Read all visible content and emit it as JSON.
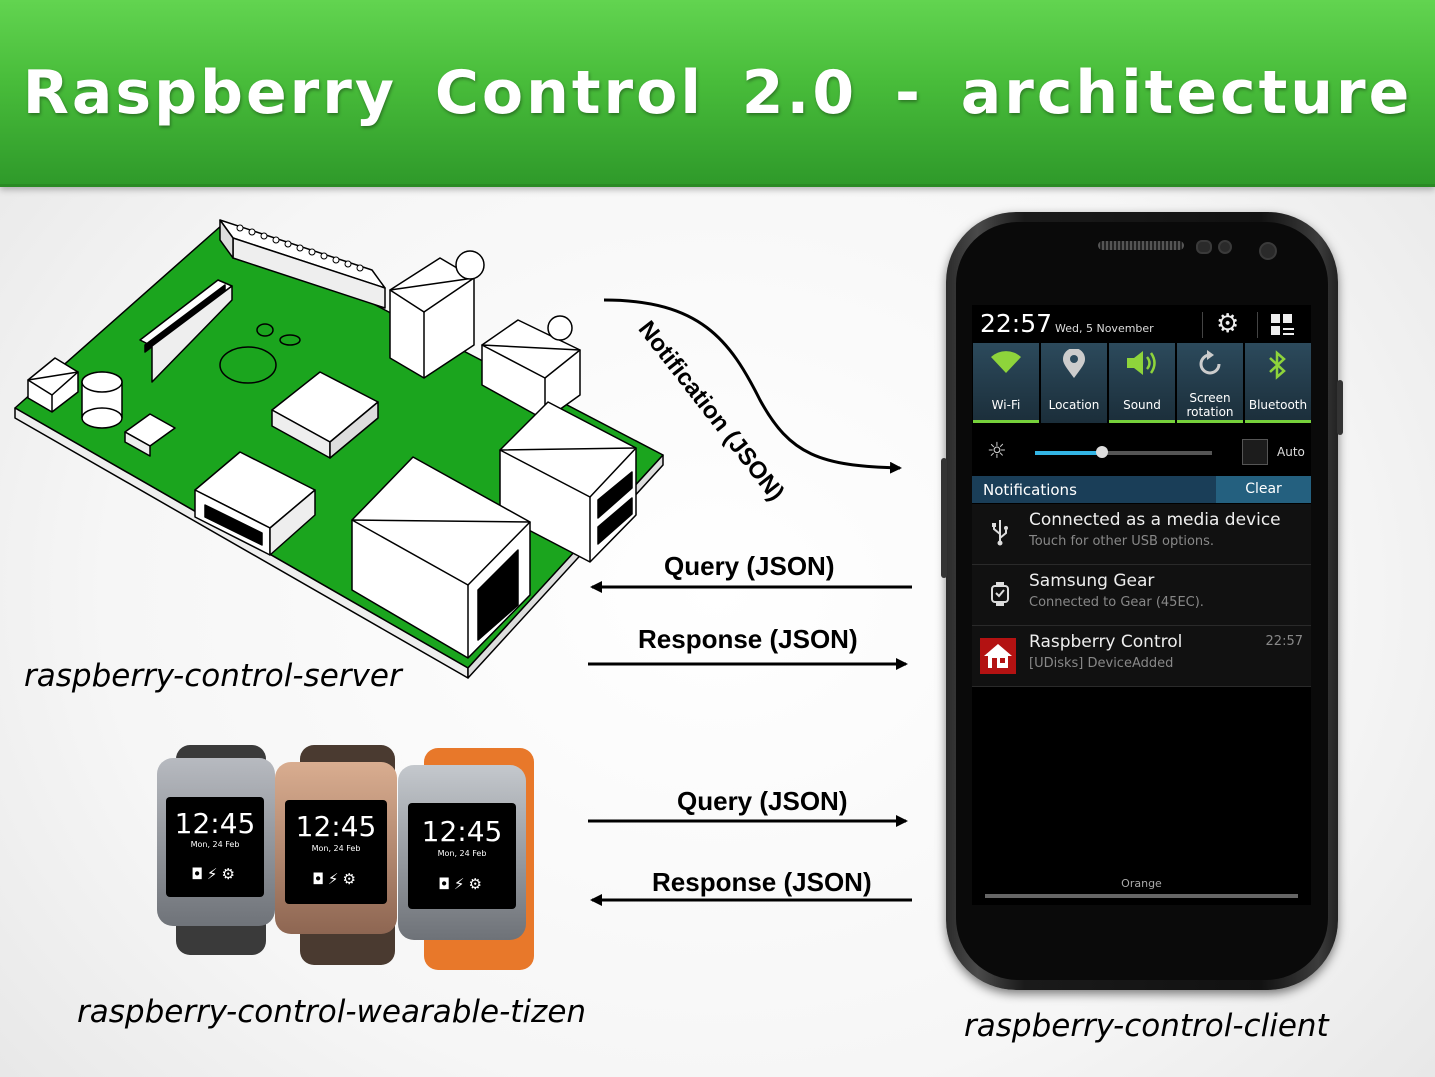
{
  "title": "Raspberry  Control  2.0  -  architecture",
  "captions": {
    "server": "raspberry-control-server",
    "wearable": "raspberry-control-wearable-tizen",
    "client": "raspberry-control-client"
  },
  "arrows": {
    "notification": "Notification (JSON)",
    "query_top": "Query (JSON)",
    "response_top": "Response (JSON)",
    "query_bottom": "Query (JSON)",
    "response_bottom": "Response (JSON)"
  },
  "phone": {
    "time": "22:57",
    "date": "Wed, 5 November",
    "quick_settings": [
      {
        "label": "Wi-Fi",
        "icon": "wifi-icon"
      },
      {
        "label": "Location",
        "icon": "location-icon"
      },
      {
        "label": "Sound",
        "icon": "sound-icon"
      },
      {
        "label": "Screen rotation",
        "icon": "rotation-icon"
      },
      {
        "label": "Bluetooth",
        "icon": "bluetooth-icon"
      }
    ],
    "brightness_level": 0.38,
    "auto_label": "Auto",
    "notifications_header": "Notifications",
    "clear_label": "Clear",
    "notifications": [
      {
        "title": "Connected as a media device",
        "subtitle": "Touch for other USB options.",
        "icon": "usb-icon",
        "time": ""
      },
      {
        "title": "Samsung Gear",
        "subtitle": "Connected to Gear (45EC).",
        "icon": "watch-icon",
        "time": ""
      },
      {
        "title": "Raspberry Control",
        "subtitle": "[UDisks] DeviceAdded",
        "icon": "home-icon",
        "time": "22:57"
      }
    ],
    "operator": "Orange"
  },
  "watches": [
    {
      "time": "12:45",
      "date": "Mon, 24 Feb",
      "strap_color": "#3a3a3a",
      "case_color": "#8a8d93"
    },
    {
      "time": "12:45",
      "date": "Mon, 24 Feb",
      "strap_color": "#4a3a30",
      "case_color": "#b08468"
    },
    {
      "time": "12:45",
      "date": "Mon, 24 Feb",
      "strap_color": "#e8782a",
      "case_color": "#8f9398"
    }
  ],
  "colors": {
    "header_green": "#48bc3a",
    "board_green": "#1aa320",
    "accent_blue": "#33b5e5",
    "quick_setting_bar": "#76d13b"
  }
}
